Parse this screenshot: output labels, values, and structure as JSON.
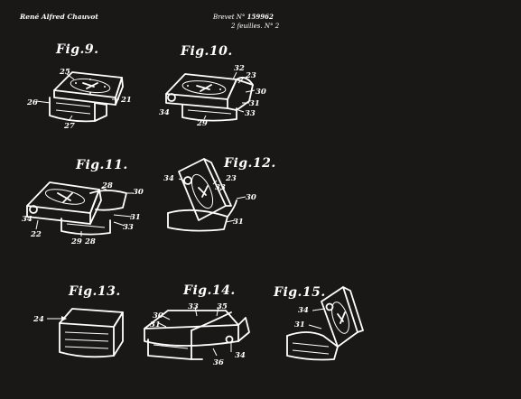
{
  "header": {
    "inventor": "René Alfred Chauvot",
    "brevet_prefix": "Brevet N°",
    "brevet_number": "159962",
    "sheets": "2 feuilles.",
    "sheet_number": "N° 2"
  },
  "figures": [
    {
      "label": "Fig.9.",
      "refs": [
        "25",
        "26",
        "27",
        "21"
      ]
    },
    {
      "label": "Fig.10.",
      "refs": [
        "32",
        "23",
        "30",
        "34",
        "31",
        "33",
        "29"
      ]
    },
    {
      "label": "Fig.11.",
      "refs": [
        "28",
        "30",
        "34",
        "31",
        "33",
        "22",
        "29",
        "28"
      ]
    },
    {
      "label": "Fig.12.",
      "refs": [
        "34",
        "23",
        "33",
        "30",
        "31"
      ]
    },
    {
      "label": "Fig.13.",
      "refs": [
        "24"
      ]
    },
    {
      "label": "Fig.14.",
      "refs": [
        "30",
        "33",
        "35",
        "31",
        "34",
        "36"
      ]
    },
    {
      "label": "Fig.15.",
      "refs": [
        "34",
        "31"
      ]
    }
  ]
}
